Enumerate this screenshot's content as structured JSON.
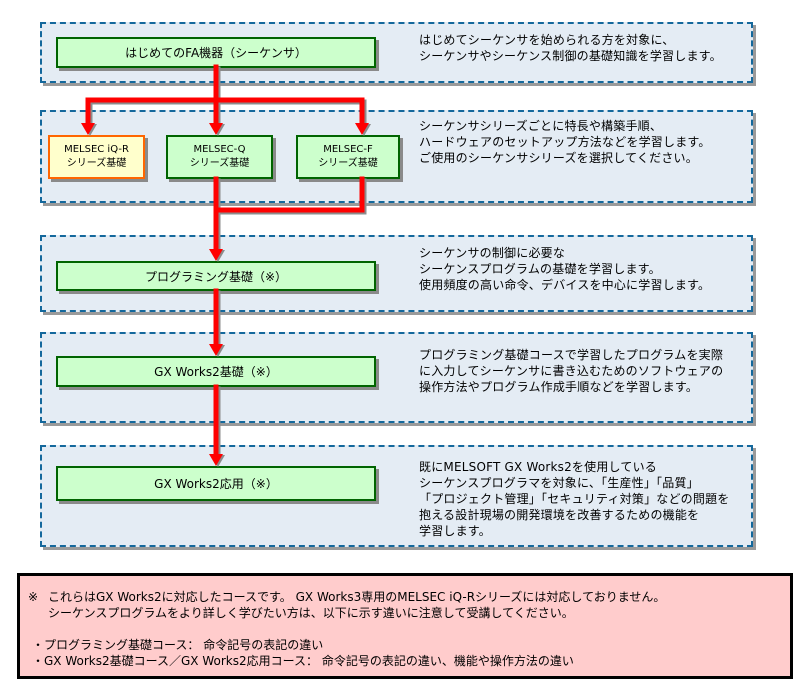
{
  "colors": {
    "section_background": "#e4ecf4",
    "section_border": "#14689c",
    "course_background": "#ccffcc",
    "course_border": "#006400",
    "highlight_background": "#ffffcc",
    "highlight_border": "#ff6600",
    "arrow": "#ff0000",
    "note_background": "#ffcccc"
  },
  "sections": [
    {
      "course": "はじめてのFA機器（シーケンサ）",
      "description": [
        "はじめてシーケンサを始められる方を対象に、",
        "シーケンサやシーケンス制御の基礎知識を学習します。"
      ]
    },
    {
      "courses": [
        {
          "line1": "MELSEC iQ-R",
          "line2": "シリーズ基礎",
          "highlighted": true
        },
        {
          "line1": "MELSEC-Q",
          "line2": "シリーズ基礎",
          "highlighted": false
        },
        {
          "line1": "MELSEC-F",
          "line2": "シリーズ基礎",
          "highlighted": false
        }
      ],
      "description": [
        "シーケンサシリーズごとに特長や構築手順、",
        "ハードウェアのセットアップ方法などを学習します。",
        "ご使用のシーケンサシリーズを選択してください。"
      ]
    },
    {
      "course": "プログラミング基礎（※）",
      "description": [
        "シーケンサの制御に必要な",
        "シーケンスプログラムの基礎を学習します。",
        "使用頻度の高い命令、デバイスを中心に学習します。"
      ]
    },
    {
      "course": "GX Works2基礎（※）",
      "description": [
        "プログラミング基礎コースで学習したプログラムを実際",
        "に入力してシーケンサに書き込むためのソフトウェアの",
        "操作方法やプログラム作成手順などを学習します。"
      ]
    },
    {
      "course": "GX Works2応用（※）",
      "description": [
        "既にMELSOFT GX Works2を使用している",
        "シーケンスプログラマを対象に、「生産性」「品質」",
        "「プロジェクト管理」「セキュリティ対策」などの問題を",
        "抱える設計現場の開発環境を改善するための機能を",
        "学習します。"
      ]
    }
  ],
  "note": {
    "mark": "※",
    "line1": "これらはGX Works2に対応したコースです。 GX Works3専用のMELSEC iQ-Rシリーズには対応しておりません。",
    "line2": "シーケンスプログラムをより詳しく学びたい方は、以下に示す違いに注意して受講してください。",
    "bullets": [
      "・プログラミング基礎コース： 命令記号の表記の違い",
      "・GX Works2基礎コース／GX Works2応用コース： 命令記号の表記の違い、機能や操作方法の違い"
    ]
  }
}
